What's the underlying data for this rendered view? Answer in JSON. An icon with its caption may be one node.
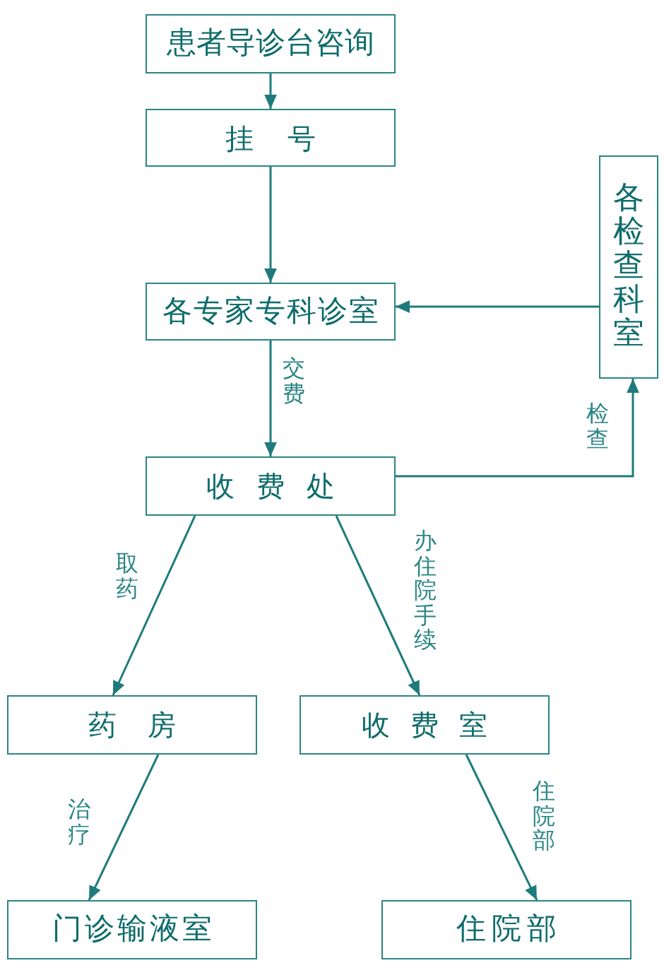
{
  "diagram": {
    "nodes": [
      {
        "text": [
          "患者导诊台咨询"
        ]
      },
      {
        "text": [
          "挂 号"
        ]
      },
      {
        "text": [
          "各专家专科诊室"
        ]
      },
      {
        "text": [
          "各检查科室"
        ]
      },
      {
        "text": [
          "收 费 处"
        ]
      },
      {
        "text": [
          "药 房"
        ]
      },
      {
        "text": [
          "收 费 室"
        ]
      },
      {
        "text": [
          "门诊输液室"
        ]
      },
      {
        "text": [
          "住院部"
        ]
      }
    ],
    "edges": [
      {
        "from": 0,
        "to": 1,
        "arrow": "to"
      },
      {
        "from": 1,
        "to": 2,
        "arrow": "to"
      },
      {
        "from": 3,
        "to": 2,
        "arrow": "to"
      },
      {
        "from": 2,
        "to": 4,
        "arrow": "to",
        "label": "交费"
      },
      {
        "from": 4,
        "to": 3,
        "arrow": "to",
        "label": "检查"
      },
      {
        "from": 4,
        "to": 5,
        "arrow": "to",
        "label": "取药"
      },
      {
        "from": 4,
        "to": 6,
        "arrow": "to",
        "label": "办住院手续"
      },
      {
        "from": 5,
        "to": 7,
        "arrow": "to",
        "label": "治疗"
      },
      {
        "from": 6,
        "to": 8,
        "arrow": "to",
        "label": "住院部"
      }
    ]
  }
}
